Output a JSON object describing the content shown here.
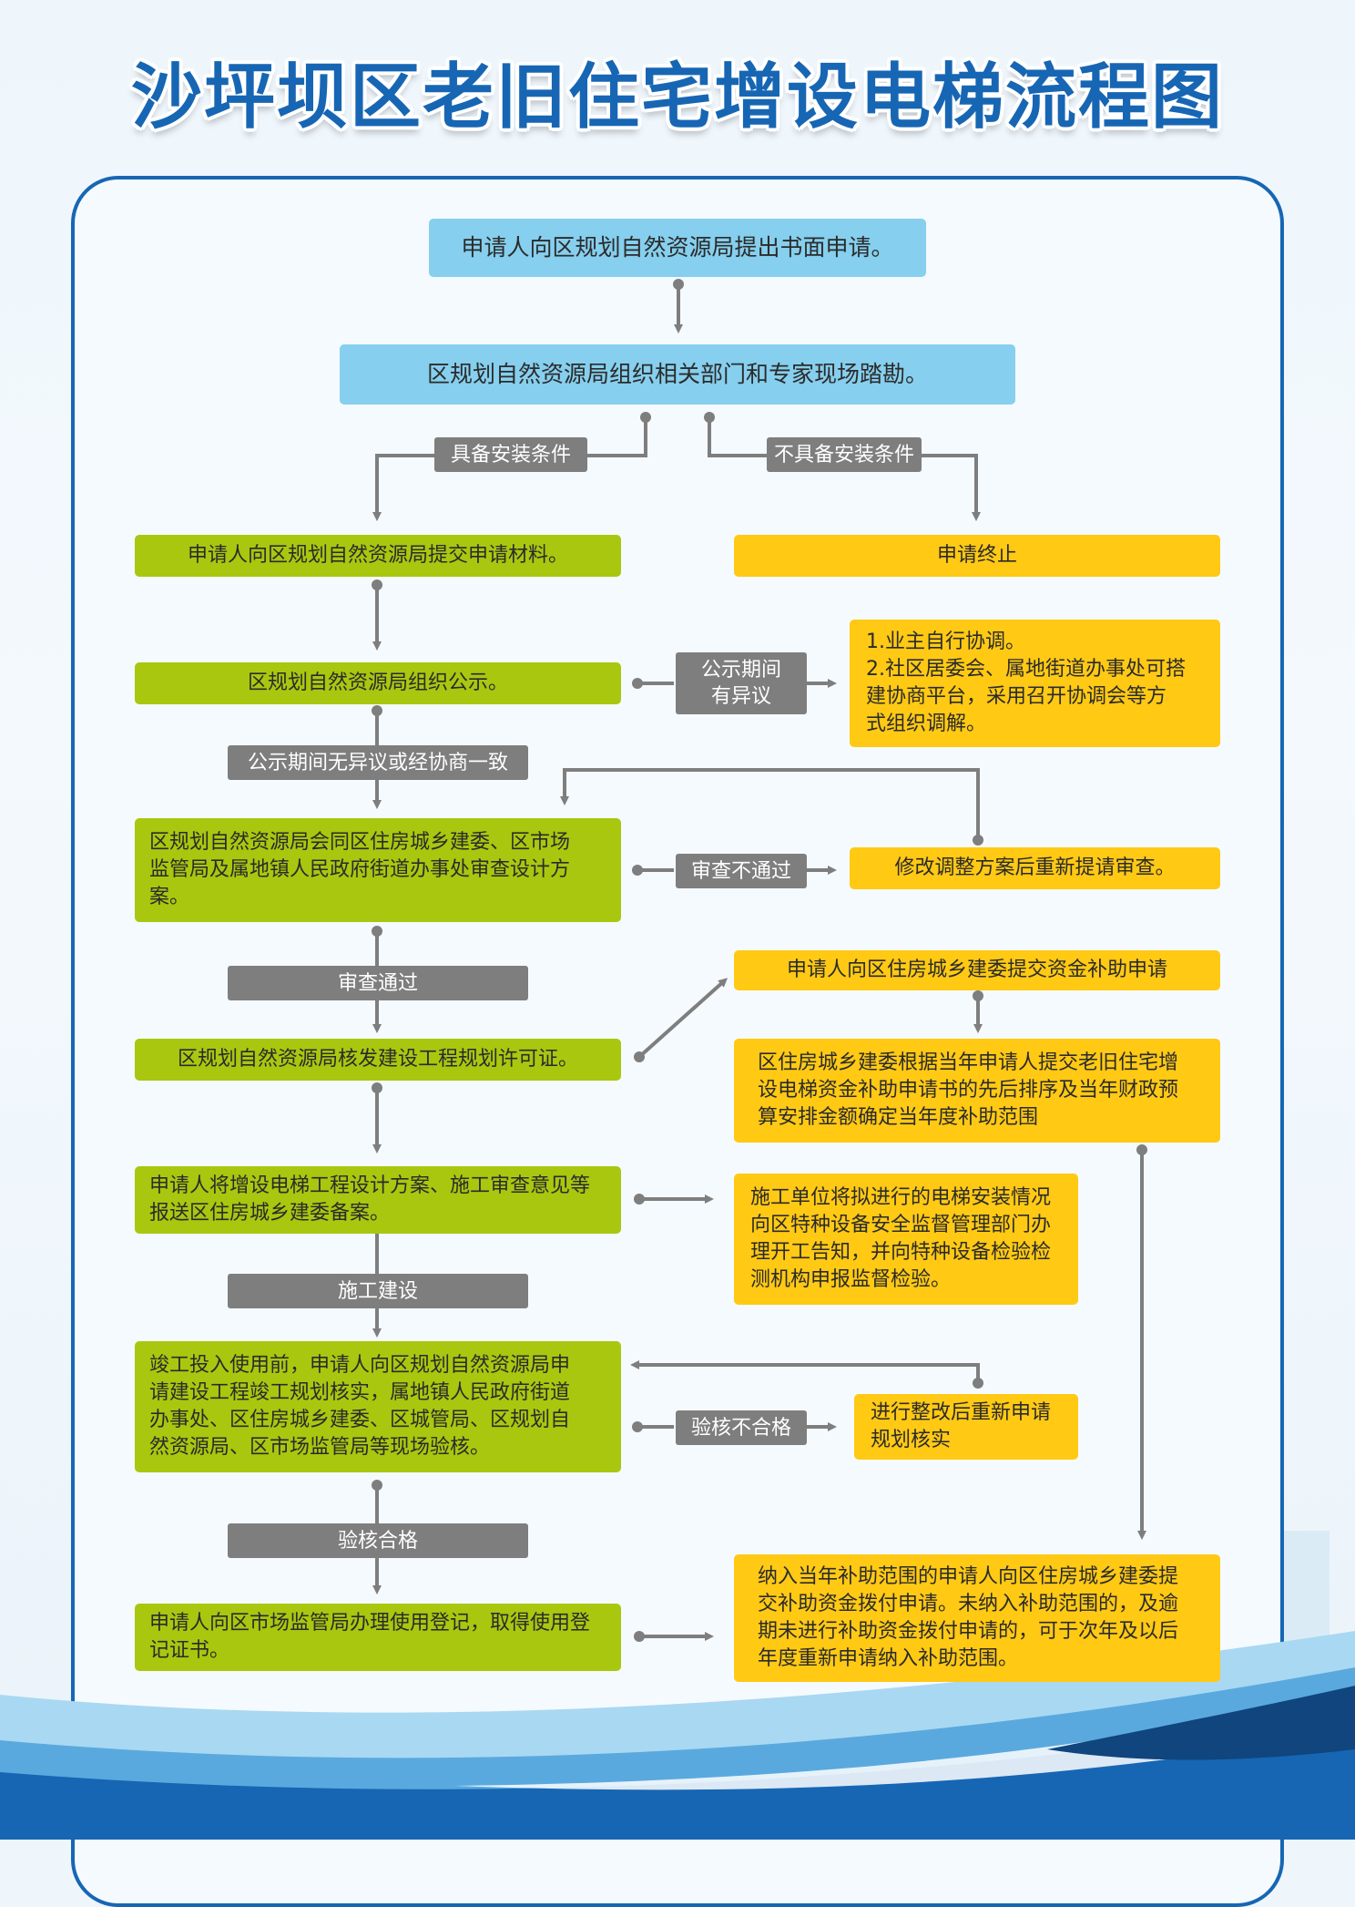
{
  "title": "沙坪坝区老旧住宅增设电梯流程图",
  "colors": {
    "title": "#1766b4",
    "blue_box": "#86cfee",
    "green_box": "#a9c70f",
    "yellow_box": "#ffc914",
    "tag": "#7e7e7e",
    "connector": "#7e7e7e"
  },
  "steps": {
    "apply": "申请人向区规划自然资源局提出书面申请。",
    "survey": "区规划自然资源局组织相关部门和专家现场踏勘。",
    "submit_materials": "申请人向区规划自然资源局提交申请材料。",
    "terminate": "申请终止",
    "publicity": "区规划自然资源局组织公示。",
    "coordination": "1.业主自行协调。\n2.社区居委会、属地街道办事处可搭\n   建协商平台，采用召开协调会等方\n   式组织调解。",
    "review": "区规划自然资源局会同区住房城乡建委、区市场\n监管局及属地镇人民政府街道办事处审查设计方\n案。",
    "revise": "修改调整方案后重新提请审查。",
    "permit": "区规划自然资源局核发建设工程规划许可证。",
    "subsidy_apply": "申请人向区住房城乡建委提交资金补助申请",
    "subsidy_scope": "区住房城乡建委根据当年申请人提交老旧住宅增\n设电梯资金补助申请书的先后排序及当年财政预\n算安排金额确定当年度补助范围",
    "filing": "申请人将增设电梯工程设计方案、施工审查意见等\n报送区住房城乡建委备案。",
    "notify": "施工单位将拟进行的电梯安装情况\n向区特种设备安全监督管理部门办\n理开工告知，并向特种设备检验检\n测机构申报监督检验。",
    "acceptance": "竣工投入使用前，申请人向区规划自然资源局申\n请建设工程竣工规划核实，属地镇人民政府街道\n办事处、区住房城乡建委、区城管局、区规划自\n然资源局、区市场监管局等现场验核。",
    "rectify": "进行整改后重新申请\n规划核实",
    "register": "申请人向区市场监管局办理使用登记，取得使用登\n记证书。",
    "disburse": "纳入当年补助范围的申请人向区住房城乡建委提\n交补助资金拨付申请。未纳入补助范围的，及逾\n期未进行补助资金拨付申请的，可于次年及以后\n年度重新申请纳入补助范围。"
  },
  "labels": {
    "qualified": "具备安装条件",
    "not_qualified": "不具备安装条件",
    "objection": "公示期间\n有异议",
    "no_objection": "公示期间无异议或经协商一致",
    "review_failed": "审查不通过",
    "review_passed": "审查通过",
    "construction": "施工建设",
    "inspection_failed": "验核不合格",
    "inspection_passed": "验核合格"
  }
}
